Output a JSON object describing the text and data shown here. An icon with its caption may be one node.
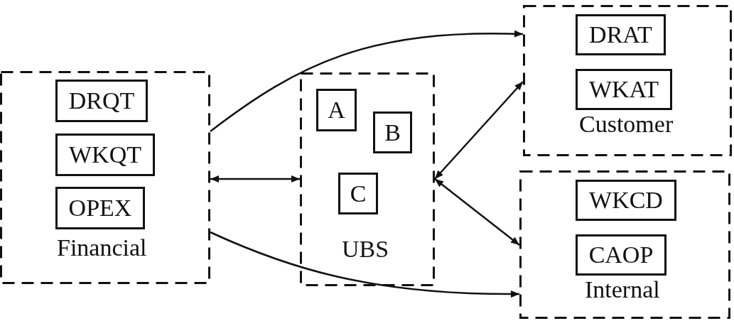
{
  "diagram": {
    "nodes": [
      {
        "text": [
          "Financial"
        ]
      },
      {
        "text": [
          "DRQT"
        ],
        "in": 0
      },
      {
        "text": [
          "WKQT"
        ],
        "in": 0
      },
      {
        "text": [
          "OPEX"
        ],
        "in": 0
      },
      {
        "text": [
          "UBS"
        ]
      },
      {
        "text": [
          "A"
        ],
        "in": 4
      },
      {
        "text": [
          "B"
        ],
        "in": 4
      },
      {
        "text": [
          "C"
        ],
        "in": 4
      },
      {
        "text": [
          "Customer"
        ]
      },
      {
        "text": [
          "DRAT"
        ],
        "in": 8
      },
      {
        "text": [
          "WKAT"
        ],
        "in": 8
      },
      {
        "text": [
          "Internal"
        ]
      },
      {
        "text": [
          "WKCD"
        ],
        "in": 11
      },
      {
        "text": [
          "CAOP"
        ],
        "in": 11
      }
    ],
    "edges": [
      {
        "from": 0,
        "to": 8,
        "arrow": "to"
      },
      {
        "from": 0,
        "to": 4,
        "arrow": "both"
      },
      {
        "from": 4,
        "to": 8,
        "arrow": "both"
      },
      {
        "from": 4,
        "to": 11,
        "arrow": "both"
      },
      {
        "from": 0,
        "to": 11,
        "arrow": "to"
      }
    ]
  }
}
